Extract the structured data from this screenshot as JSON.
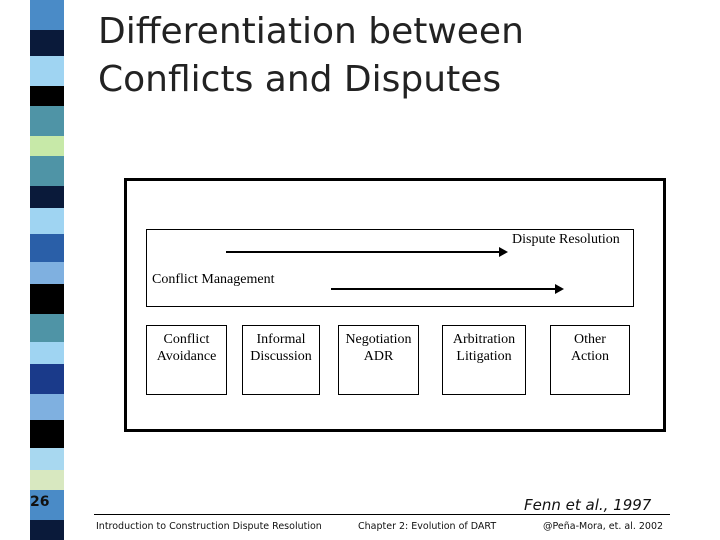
{
  "title_line1": "Differentiation between",
  "title_line2": "Conflicts and Disputes",
  "diagram": {
    "dispute_resolution": "Dispute Resolution",
    "conflict_management": "Conflict Management",
    "boxes": [
      {
        "line1": "Conflict",
        "line2": "Avoidance"
      },
      {
        "line1": "Informal",
        "line2": "Discussion"
      },
      {
        "line1": "Negotiation",
        "line2": "ADR"
      },
      {
        "line1": "Arbitration",
        "line2": "Litigation"
      },
      {
        "line1": "Other",
        "line2": "Action"
      }
    ]
  },
  "page_number": "26",
  "citation": "Fenn et al., 1997",
  "footer": {
    "left": "Introduction to Construction Dispute Resolution",
    "center": "Chapter 2: Evolution of DART",
    "right": "@Peña-Mora, et. al. 2002"
  },
  "colors": {
    "stripe": [
      "#4a8bc7",
      "#0a1a3a",
      "#9fd4f2",
      "#4f94a6",
      "#7fb0e0",
      "#2a5fa8",
      "#c7e9a8",
      "#000000",
      "#8fa8b8",
      "#1a3a8a",
      "#a8d8f0",
      "#d8e8c0"
    ]
  }
}
